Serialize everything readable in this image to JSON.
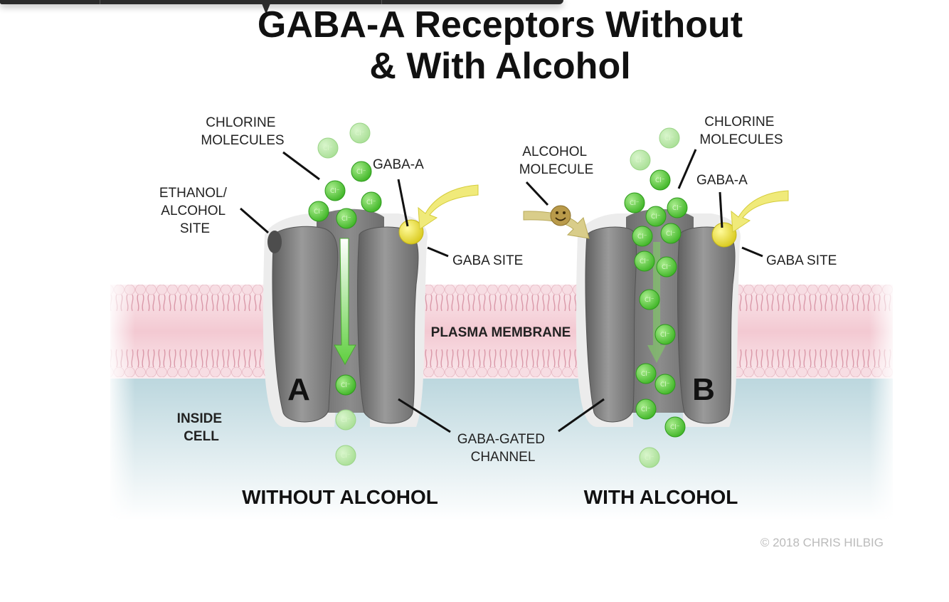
{
  "title_line1": "GABA-A Receptors Without",
  "title_line2": "& With Alcohol",
  "labels": {
    "chlorine_left": [
      "CHLORINE",
      "MOLECULES"
    ],
    "gaba_a_left": "GABA-A",
    "ethanol_site": [
      "ETHANOL/",
      "ALCOHOL",
      "SITE"
    ],
    "gaba_site_left": "GABA SITE",
    "alcohol_molecule": [
      "ALCOHOL",
      "MOLECULE"
    ],
    "chlorine_right": [
      "CHLORINE",
      "MOLECULES"
    ],
    "gaba_a_right": "GABA-A",
    "gaba_site_right": "GABA SITE",
    "plasma_membrane": "PLASMA MEMBRANE",
    "inside_cell": [
      "INSIDE",
      "CELL"
    ],
    "gaba_gated_channel": [
      "GABA-GATED",
      "CHANNEL"
    ],
    "letter_a": "A",
    "letter_b": "B",
    "without_alcohol": "WITHOUT ALCOHOL",
    "with_alcohol": "WITH ALCOHOL",
    "copyright": "© 2018 CHRIS HILBIG"
  },
  "ion_symbol": "Cl⁻",
  "colors": {
    "ion_green": "#55c63a",
    "gaba_yellow": "#e8dc2c",
    "alcohol_molecule": "#b99a4a",
    "membrane_pink": "#f3c9d2",
    "inside_cell_blue": "#c9e0e6",
    "channel_gray": "#7d7d7d"
  }
}
